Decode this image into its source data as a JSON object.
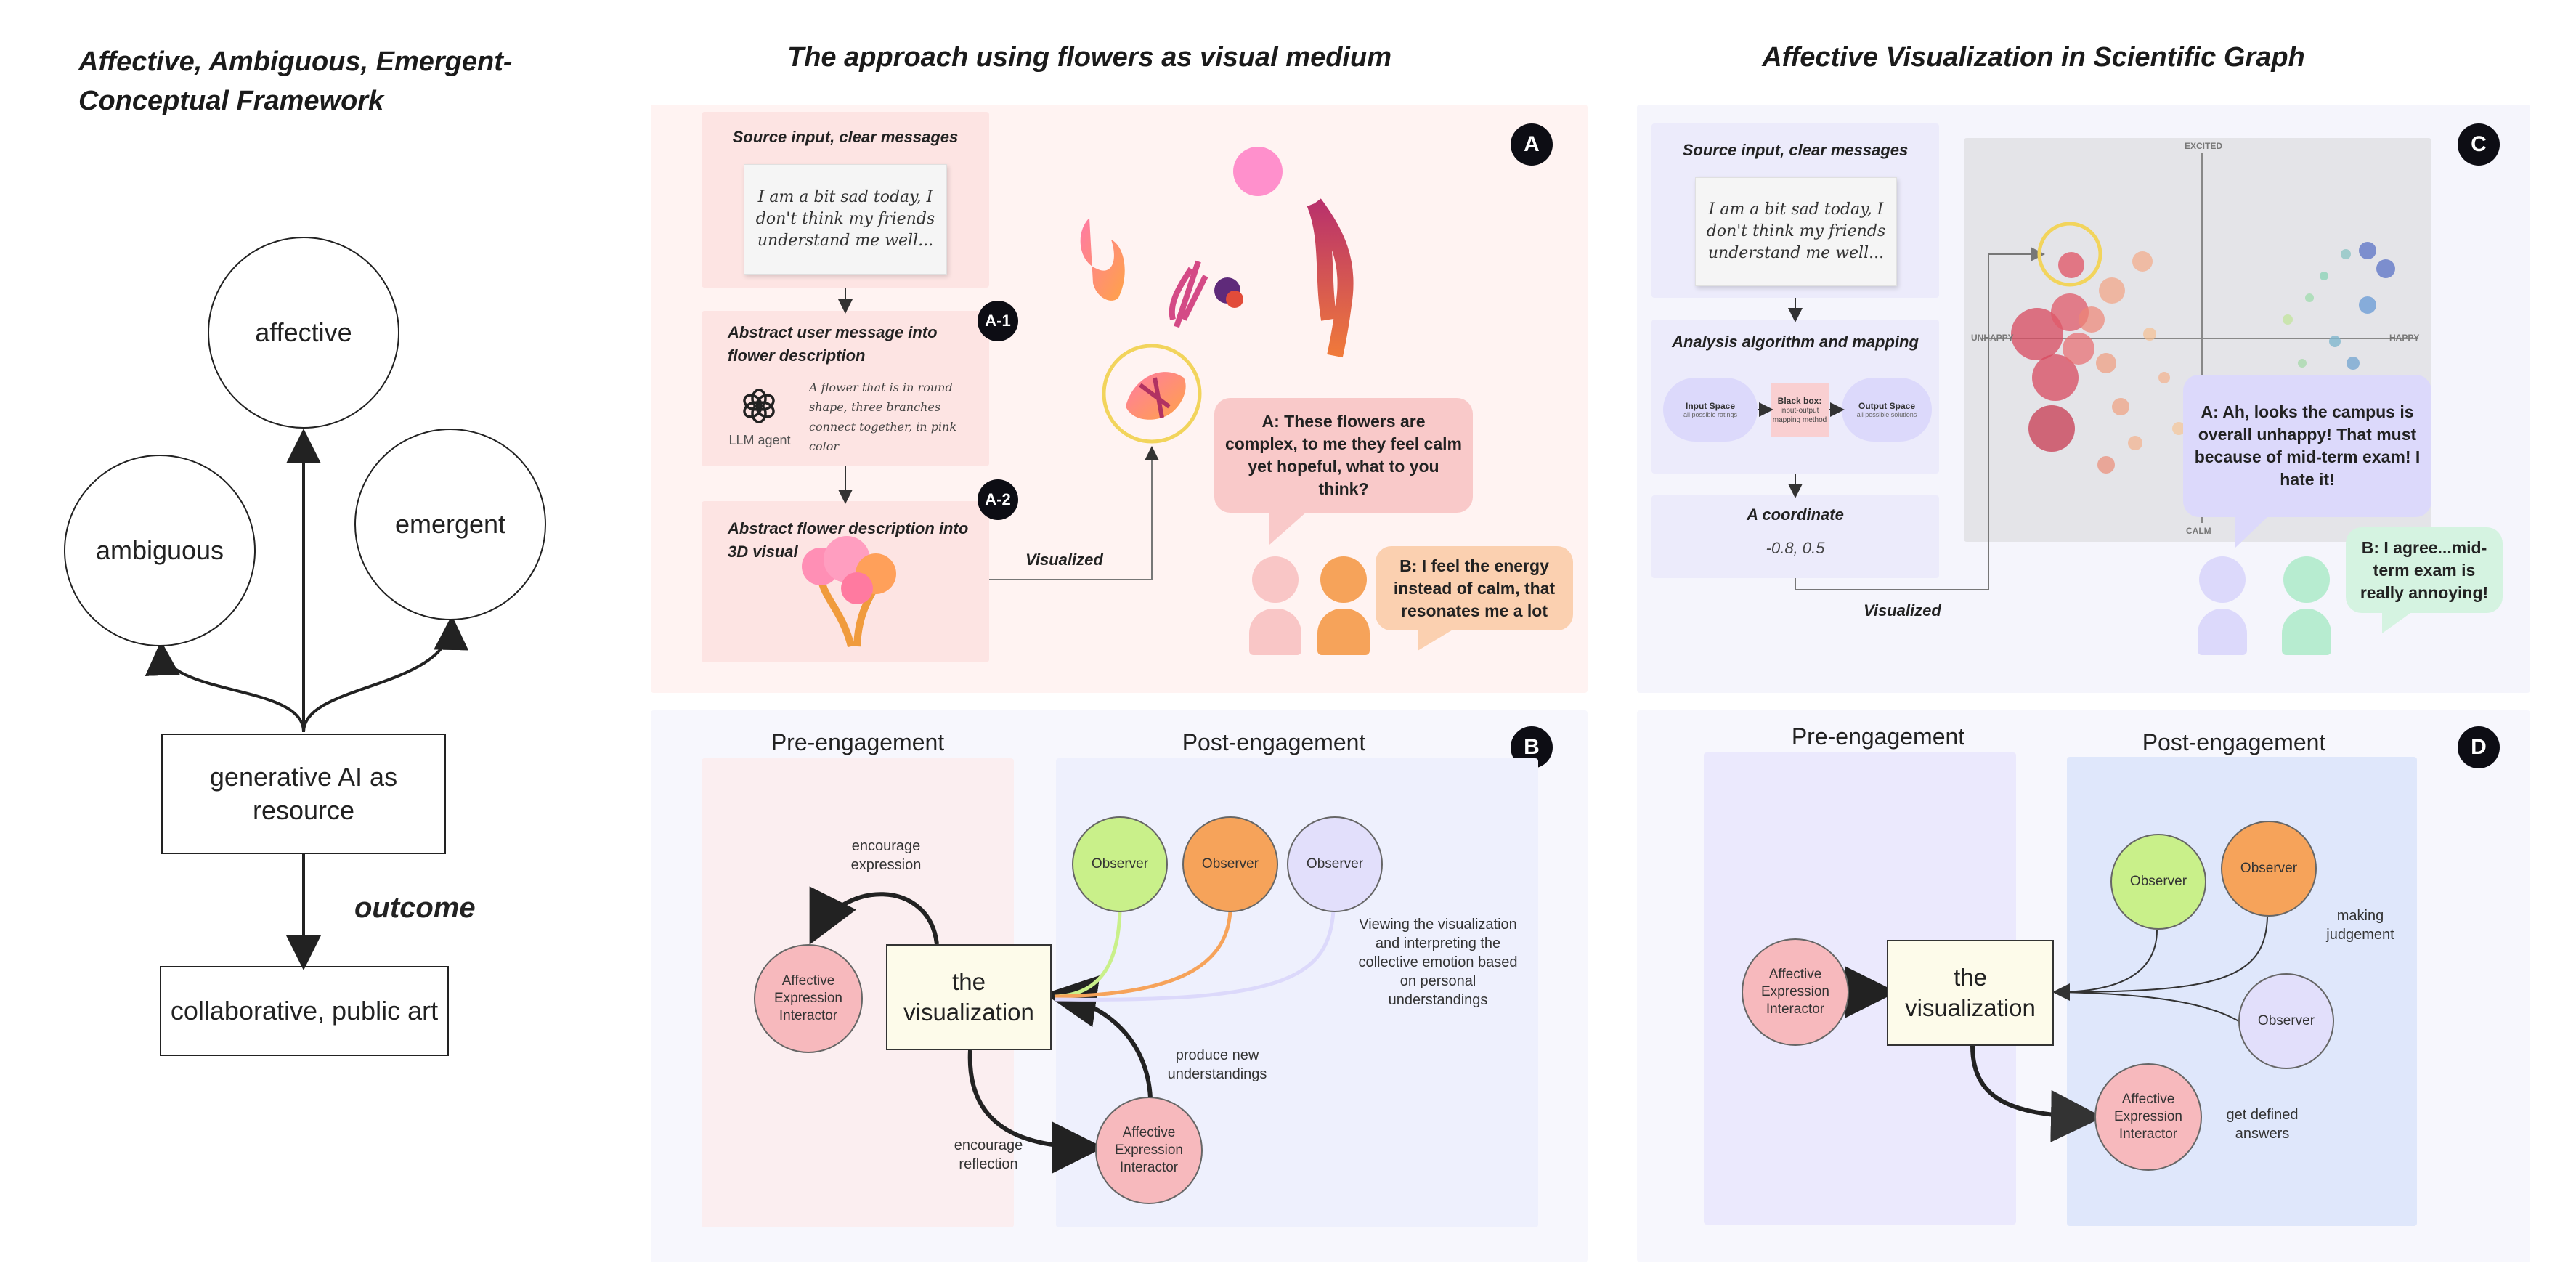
{
  "titles": {
    "left": "Affective, Ambiguous, Emergent-Conceptual Framework",
    "middle": "The approach using flowers as visual medium",
    "right": "Affective Visualization in Scientific Graph"
  },
  "framework": {
    "affective": "affective",
    "ambiguous": "ambiguous",
    "emergent": "emergent",
    "resource": "generative AI as resource",
    "outcome_label": "outcome",
    "outcome": "collaborative, public art"
  },
  "panel_a": {
    "badge": "A",
    "source_title": "Source input, clear messages",
    "source_note": "I am a bit sad today, I don't think my friends understand me well...",
    "step1_badge": "A-1",
    "step1_title": "Abstract user message into flower description",
    "llm_label": "LLM agent",
    "step1_desc": "A flower that is in round shape, three branches connect together, in pink color",
    "step2_badge": "A-2",
    "step2_title": "Abstract flower description into 3D visual",
    "visualized": "Visualized",
    "bubble_a": "A: These flowers are complex, to me they feel calm yet hopeful, what to you think?",
    "bubble_b": "B: I feel the energy instead of calm, that resonates me a lot"
  },
  "panel_b": {
    "badge": "B",
    "pre": "Pre-engagement",
    "post": "Post-engagement",
    "encourage_expression": "encourage expression",
    "aei": "Affective Expression Interactor",
    "viz": "the visualization",
    "observer": "Observer",
    "viewing": "Viewing the visualization and interpreting the collective emotion based on personal understandings",
    "produce": "produce new understandings",
    "encourage_reflection": "encourage reflection",
    "aei2": "Affective Expression Interactor"
  },
  "panel_c": {
    "badge": "C",
    "source_title": "Source input, clear messages",
    "source_note": "I am a bit sad today, I don't think my friends understand me well...",
    "analysis_title": "Analysis algorithm and mapping",
    "input_space": "Input Space",
    "input_sub": "all possible ratings",
    "black_box": "Black box:",
    "black_box_sub": "input-output mapping method",
    "output_space": "Output Space",
    "output_sub": "all possible solutions",
    "coord_title": "A coordinate",
    "coord_value": "-0.8, 0.5",
    "visualized": "Visualized",
    "axis_excited": "EXCITED",
    "axis_unhappy": "UNHAPPY",
    "axis_happy": "HAPPY",
    "axis_calm": "CALM",
    "bubble_a": "A: Ah, looks the campus is overall unhappy! That must because of mid-term exam! I hate it!",
    "bubble_b": "B: I agree...mid-term exam is really annoying!"
  },
  "panel_d": {
    "badge": "D",
    "pre": "Pre-engagement",
    "post": "Post-engagement",
    "aei": "Affective Expression Interactor",
    "viz": "the visualization",
    "observer": "Observer",
    "judgement": "making judgement",
    "answers": "get defined answers",
    "aei2": "Affective Expression Interactor"
  },
  "colors": {
    "panel_a_bg": "#fff3f2",
    "panel_b_bg": "#f7f7fd",
    "pink_box": "#fde4e3",
    "lavender_box": "#ecebfb",
    "pink_bubble": "#f9c9c9",
    "orange_bubble": "#fbd0b0",
    "lavender_bubble": "#dcd9fb",
    "mint_bubble": "#d5f3e1",
    "observer_green": "#c9f08a",
    "observer_orange": "#f6a35a",
    "observer_lavender": "#e2dffb",
    "aei_pink": "#f7b9bd",
    "viz_bg": "#fdfbea"
  }
}
